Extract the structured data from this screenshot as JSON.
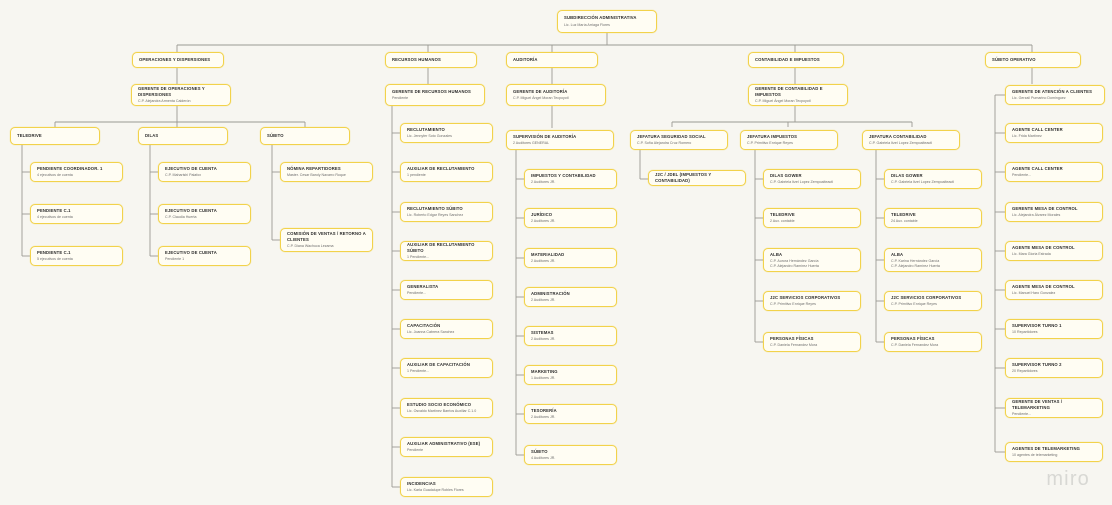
{
  "board": {
    "watermark": "miro",
    "accent": "#f2d24b",
    "node_fill": "#fffdf3",
    "background": "#f7f6f1",
    "line_color": "#9a9a93"
  },
  "root": {
    "title": "SUBDIRECCIÓN ADMINISTRATIVA",
    "subtitle": "Lic. Luz María Arriaga Flores"
  },
  "divisions": [
    {
      "title": "OPERACIONES Y DISPERSIONES"
    },
    {
      "title": "RECURSOS HUMANOS"
    },
    {
      "title": "AUDITORÍA"
    },
    {
      "title": "CONTABILIDAD E IMPUESTOS"
    },
    {
      "title": "SÚBITO OPERATIVO"
    }
  ],
  "managers": [
    {
      "title": "GERENTE DE OPERACIONES Y DISPERSIONES",
      "subtitle": "C.P. Alejandra Armenta Calderón"
    },
    {
      "title": "GERENTE DE RECURSOS HUMANOS",
      "subtitle": "Pendiente"
    },
    {
      "title": "GERENTE DE AUDITORÍA",
      "subtitle": "C.P. Miguel Ángel Moran Tecpoyotl"
    },
    {
      "title": "GERENTE DE CONTABILIDAD E IMPUESTOS",
      "subtitle": "C.P. Miguel Ángel Moran Tecpoyotl"
    },
    {
      "title": "GERENTE DE ATENCIÓN A CLIENTES",
      "subtitle": "Lic. Gerzail Pumarino Domínguez"
    }
  ],
  "operaciones": {
    "groups": [
      {
        "title": "TELEDRIVE",
        "children": [
          {
            "title": "Pendiente Coordinador. 1",
            "subtitle": "4 ejecutivos de cuenta"
          },
          {
            "title": "Pendiente C.1",
            "subtitle": "4 ejecutivos de cuenta"
          },
          {
            "title": "Pendiente C.1",
            "subtitle": "5 ejecutivos de cuenta"
          }
        ]
      },
      {
        "title": "DILAS",
        "children": [
          {
            "title": "EJECUTIVO DE CUENTA",
            "subtitle": "C.P. Maharishi Palafox"
          },
          {
            "title": "EJECUTIVO DE CUENTA",
            "subtitle": "C.P. Claudia Huerta"
          },
          {
            "title": "EJECUTIVO DE CUENTA",
            "subtitle": "Pendiente 1"
          }
        ]
      },
      {
        "title": "SÚBITO",
        "children": [
          {
            "title": "NÓMINA REPARTIDORES",
            "subtitle": "Master. Cesar Baroly Navarro Roque"
          },
          {
            "title": "COMISIÓN DE VENTAS / RETORNO A CLIENTES",
            "subtitle": "C.P. Diana Wachuca Lezama"
          }
        ]
      }
    ]
  },
  "recursos_humanos": {
    "children": [
      {
        "title": "RECLUTAMIENTO",
        "subtitle": "Lic. Jennyfer Soto Gonzales"
      },
      {
        "title": "AUXILIAR DE RECLUTAMIENTO",
        "subtitle": "1 pendiente"
      },
      {
        "title": "RECLUTAMIENTO SÚBITO",
        "subtitle": "Lic. Roberto Edgar Reyes Sanchez"
      },
      {
        "title": "AUXILIAR DE RECLUTAMIENTO SÚBITO",
        "subtitle": "1 Pendiente..."
      },
      {
        "title": "GENERALISTA",
        "subtitle": "Pendiente..."
      },
      {
        "title": "CAPACITACIÓN",
        "subtitle": "Lic. Joanna Cabrera Sanchez"
      },
      {
        "title": "AUXILIAR DE CAPACITACIÓN",
        "subtitle": "1 Pendiente..."
      },
      {
        "title": "ESTUDIO SOCIO ECONÓMICO",
        "subtitle": "Lic. Osvaldo Martínez Barrios Auxiliar C.1.0"
      },
      {
        "title": "AUXILIAR ADMINISTRATIVO (ESE)",
        "subtitle": "Pendiente"
      },
      {
        "title": "INCIDENCIAS",
        "subtitle": "Lic. Karla Guadalupe Robles Flores"
      }
    ]
  },
  "auditoria": {
    "supervision": {
      "title": "SUPERVISIÓN DE AUDITORÍA",
      "subtitle": "2 Auditores GENERAL"
    },
    "children": [
      {
        "title": "IMPUESTOS Y CONTABILIDAD",
        "subtitle": "2 Auditores JR."
      },
      {
        "title": "JURÍDICO",
        "subtitle": "2 Auditores JR."
      },
      {
        "title": "MATERIALIDAD",
        "subtitle": "2 Auditores JR."
      },
      {
        "title": "ADMINISTRACIÓN",
        "subtitle": "2 Auditores JR."
      },
      {
        "title": "SISTEMAS",
        "subtitle": "2 Auditores JR."
      },
      {
        "title": "MARKETING",
        "subtitle": "1 Auditores JR."
      },
      {
        "title": "TESORERÍA",
        "subtitle": "2 Auditores JR."
      },
      {
        "title": "SÚBITO",
        "subtitle": "4 Auditores JR."
      }
    ]
  },
  "contabilidad": {
    "jefaturas": [
      {
        "title": "JEFATURA SEGURIDAD SOCIAL",
        "subtitle": "C.P. Sofía Alejandra Cruz Romero",
        "children": [
          {
            "title": "J2C / JDEL (IMPUESTOS Y CONTABILIDAD)",
            "subtitle": ""
          }
        ]
      },
      {
        "title": "JEFATURA IMPUESTOS",
        "subtitle": "C.P. Primitivo Enrique Reyes",
        "children": [
          {
            "title": "DILAS GOWER",
            "subtitle": "C.P. Gabriela Itzel Lopez Zempoalteactl"
          },
          {
            "title": "TELEDRIVE",
            "subtitle": "2 Aux. contable"
          },
          {
            "title": "ALBA",
            "subtitle": "C.P. Aurora Hernández García",
            "subtitle2": "C.P. Alejandro Ramírez Huerta"
          },
          {
            "title": "J2C SERVICIOS CORPORATIVOS",
            "subtitle": "C.P. Primitivo Enrique Reyes"
          },
          {
            "title": "PERSONAS FÍSICAS",
            "subtitle": "C.P. Daniela Fernandez Mora"
          }
        ]
      },
      {
        "title": "JEFATURA CONTABILIDAD",
        "subtitle": "C.P. Gabriela Itzel Lopez Zempoalteactl",
        "children": [
          {
            "title": "DILAS GOWER",
            "subtitle": "C.P. Gabriela Itzel Lopez Zempoalteactl"
          },
          {
            "title": "TELEDRIVE",
            "subtitle": "24 Aux. contable"
          },
          {
            "title": "ALBA",
            "subtitle": "C.P. Karina Hernández García",
            "subtitle2": "C.P. Alejandro Ramírez Huerta"
          },
          {
            "title": "J2C SERVICIOS CORPORATIVOS",
            "subtitle": "C.P. Primitivo Enrique Reyes"
          },
          {
            "title": "PERSONAS FÍSICAS",
            "subtitle": "C.P. Daniela Fernandez Mora"
          }
        ]
      }
    ]
  },
  "subito_operativo": {
    "children": [
      {
        "title": "AGENTE CALL CENTER",
        "subtitle": "Lic. Frida Martínez"
      },
      {
        "title": "AGENTE CALL CENTER",
        "subtitle": "Pendiente..."
      },
      {
        "title": "GERENTE MESA DE CONTROL",
        "subtitle": "Lic. Alejandra Álvarez Morales"
      },
      {
        "title": "AGENTE MESA DE CONTROL",
        "subtitle": "Lic. Mara Gloria Estrada"
      },
      {
        "title": "AGENTE MESA DE CONTROL",
        "subtitle": "Lic. Manuel Haro Gonzalez"
      },
      {
        "title": "SUPERVISOR TURNO 1",
        "subtitle": "10 Repartidores"
      },
      {
        "title": "SUPERVISOR TURNO 2",
        "subtitle": "20 Repartidores"
      },
      {
        "title": "GERENTE DE VENTAS / TELEMARKETING",
        "subtitle": "Pendiente..."
      },
      {
        "title": "AGENTES DE TELEMARKETING",
        "subtitle": "10 agentes de telemarketing"
      }
    ]
  }
}
